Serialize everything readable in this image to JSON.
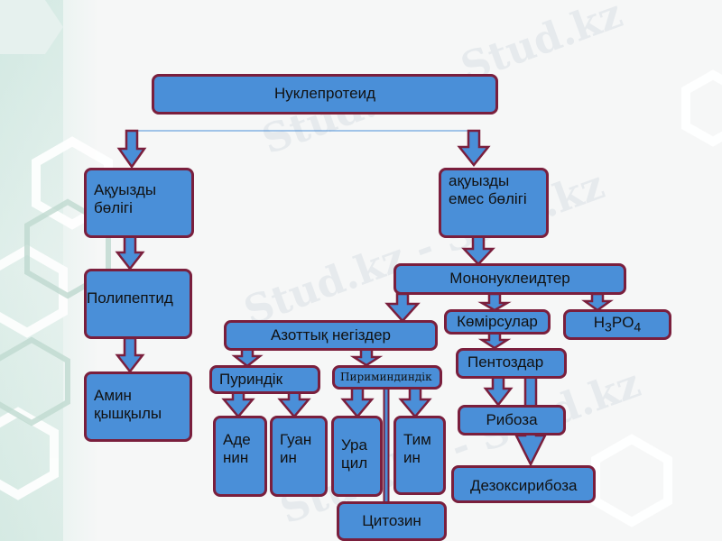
{
  "watermark": "Stud.kz - Stud.kz",
  "colors": {
    "node_fill": "#4a8fd8",
    "node_border": "#7a1f3d",
    "arrow_fill": "#4a8fd8"
  },
  "nodes": {
    "nucleoprotein": "Нуклепротеид",
    "protein_part": "Ақуызды бөлігі",
    "nonprotein_part": "ақуызды емес бөлігі",
    "polypeptide": "Полипептид",
    "amino_acids": "Амин қышқылы",
    "mononucleotides": "Мононуклеидтер",
    "nitrogen_bases": "Азоттық негіздер",
    "carbohydrates": "Көмірсулар",
    "phosphoric_acid_base": "H",
    "phosphoric_acid_sub1": "3",
    "phosphoric_acid_mid": "PO",
    "phosphoric_acid_sub2": "4",
    "purine": "Пуриндік",
    "pyrimidine": "Пириминдиндік",
    "pentoses": "Пентоздар",
    "ribose": "Рибоза",
    "deoxyribose": "Дезоксирибоза",
    "adenine": "Аде нин",
    "guanine": "Гуан ин",
    "uracil": "Ура цил",
    "thymine": "Тим ин",
    "cytosine": "Цитозин"
  }
}
